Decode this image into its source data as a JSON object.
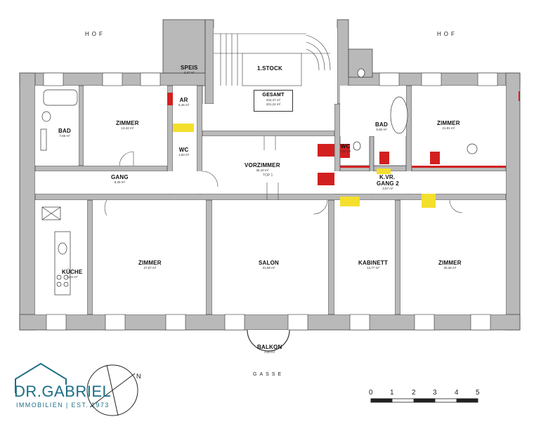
{
  "labels": {
    "hof_left": "HOF",
    "hof_right": "HOF",
    "gasse": "GASSE",
    "stairs": "1.STOCK",
    "top": "TOP 1",
    "north": "N"
  },
  "gesamt": {
    "title": "GESAMT",
    "line1": "202,47 m²",
    "line2": "201,24 m²"
  },
  "rooms": [
    {
      "key": "speis",
      "name": "SPEIS",
      "area": "3,37 m²"
    },
    {
      "key": "ar",
      "name": "AR",
      "area": "6,46 m²"
    },
    {
      "key": "bad_left",
      "name": "BAD",
      "area": "7,66 m²"
    },
    {
      "key": "zimmer_top_left",
      "name": "ZIMMER",
      "area": "13,42 m²"
    },
    {
      "key": "wc_left",
      "name": "WC",
      "area": "1,63 m²"
    },
    {
      "key": "gang",
      "name": "GANG",
      "area": "8,39 m²"
    },
    {
      "key": "vorzimmer",
      "name": "VORZIMMER",
      "area": "36,10 m²"
    },
    {
      "key": "wc_right",
      "name": "WC",
      "area": "2,06 m²"
    },
    {
      "key": "bad_right",
      "name": "BAD",
      "area": "9,80 m²"
    },
    {
      "key": "zimmer_top_right",
      "name": "ZIMMER",
      "area": "21,81 m²"
    },
    {
      "key": "kvr",
      "name": "K.VR.",
      "area": ""
    },
    {
      "key": "gang2",
      "name": "GANG 2",
      "area": "3,67 m²"
    },
    {
      "key": "kueche",
      "name": "KÜCHE",
      "area": "12,6 m²"
    },
    {
      "key": "zimmer_left",
      "name": "ZIMMER",
      "area": "27,87 m²"
    },
    {
      "key": "salon",
      "name": "SALON",
      "area": "31,58 m²"
    },
    {
      "key": "kabinett",
      "name": "KABINETT",
      "area": "14,77 m²"
    },
    {
      "key": "zimmer_right",
      "name": "ZIMMER",
      "area": "26,36 m²"
    },
    {
      "key": "balkon",
      "name": "BALKON",
      "area": "3,40 m²"
    }
  ],
  "logo": {
    "brand": "DR.GABRIEL",
    "tagline": "IMMOBILIEN | EST. 1973"
  },
  "scale": {
    "ticks": [
      "0",
      "1",
      "2",
      "3",
      "4",
      "5"
    ]
  },
  "colors": {
    "wall": "#b9b9b9",
    "wall_edge": "#444444",
    "door_red": "#d22020",
    "highlight_yellow": "#f4df2c",
    "brand_teal": "#1b6e86"
  }
}
